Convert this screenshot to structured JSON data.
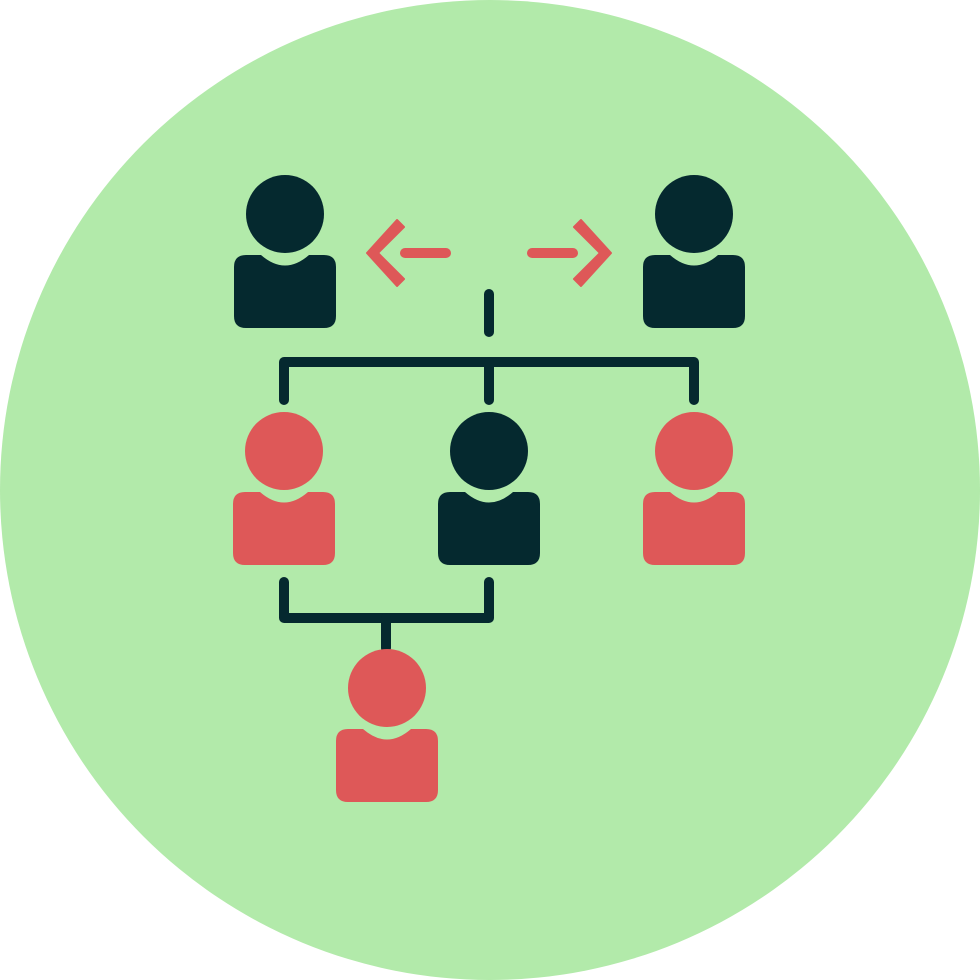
{
  "icon": {
    "name": "organization-hierarchy-icon",
    "colors": {
      "background": "#B2EAAA",
      "dark": "#05292F",
      "accent": "#DE5858"
    },
    "people": [
      {
        "name": "person-top-left-icon",
        "tone": "dark"
      },
      {
        "name": "person-top-right-icon",
        "tone": "dark"
      },
      {
        "name": "person-middle-left-icon",
        "tone": "accent"
      },
      {
        "name": "person-middle-center-icon",
        "tone": "dark"
      },
      {
        "name": "person-middle-right-icon",
        "tone": "accent"
      },
      {
        "name": "person-bottom-icon",
        "tone": "accent"
      }
    ],
    "arrows": [
      {
        "name": "arrow-left-icon",
        "direction": "left"
      },
      {
        "name": "arrow-right-icon",
        "direction": "right"
      }
    ]
  }
}
